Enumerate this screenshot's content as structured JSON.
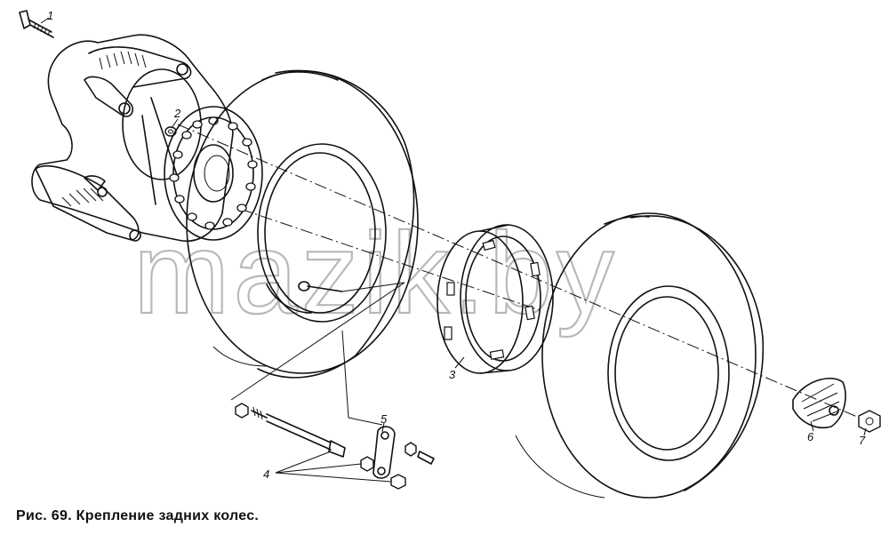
{
  "watermark": "mazik.by",
  "caption": "Рис. 69. Крепление задних колес.",
  "callouts": [
    {
      "id": "1",
      "label": "1"
    },
    {
      "id": "2",
      "label": "2"
    },
    {
      "id": "3",
      "label": "3"
    },
    {
      "id": "4",
      "label": "4"
    },
    {
      "id": "5",
      "label": "5"
    },
    {
      "id": "6",
      "label": "6"
    },
    {
      "id": "7",
      "label": "7"
    }
  ],
  "colors": {
    "ink": "#111111",
    "watermark": "#b8b8b8",
    "background": "#ffffff"
  }
}
